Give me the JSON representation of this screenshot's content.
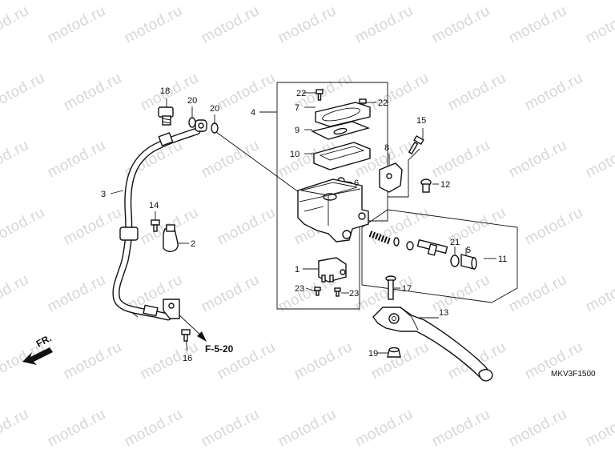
{
  "watermark": {
    "text": "motod.ru"
  },
  "diagram": {
    "code": "MKV3F1500",
    "ref_page": "F-5-20",
    "front_label": "FR.",
    "callouts": {
      "c1": "1",
      "c2": "2",
      "c3": "3",
      "c4": "4",
      "c5": "5",
      "c6": "6",
      "c7": "7",
      "c8": "8",
      "c9": "9",
      "c10": "10",
      "c11": "11",
      "c12": "12",
      "c13": "13",
      "c14": "14",
      "c15": "15",
      "c16": "16",
      "c17": "17",
      "c18": "18",
      "c19": "19",
      "c20a": "20",
      "c20b": "20",
      "c21": "21",
      "c22a": "22",
      "c22b": "22",
      "c23a": "23",
      "c23b": "23"
    }
  }
}
